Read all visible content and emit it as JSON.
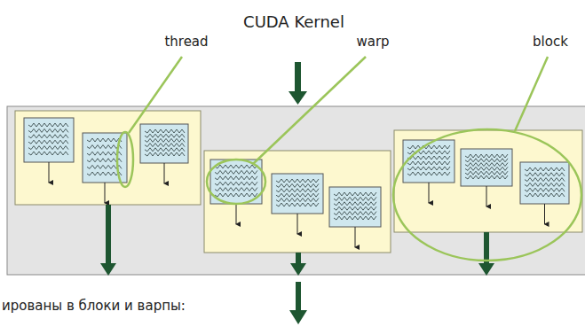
{
  "diagram": {
    "title": "CUDA Kernel",
    "labels": [
      "thread",
      "warp",
      "block",
      "ированы в блоки и варпы:"
    ]
  }
}
